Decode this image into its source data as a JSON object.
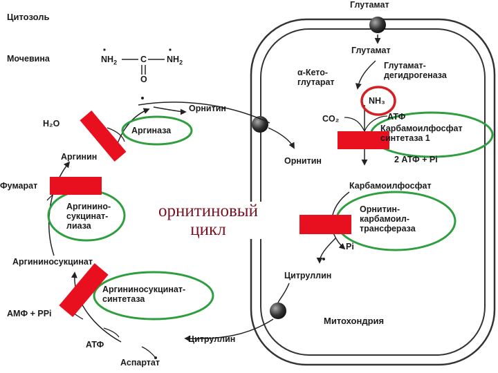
{
  "compartments": {
    "cytosol": "Цитозоль",
    "mitochondrion": "Митохондрия"
  },
  "cycle_title": "орнитиновый\nцикл",
  "urea": {
    "label": "Мочевина",
    "formula_left": "NH",
    "formula_sub": "2",
    "formula_c": "C",
    "formula_o": "O",
    "formula_right": "NH",
    "formula_right_sub": "2"
  },
  "mitochondrion_side": {
    "glutamate_top": "Глутамат",
    "glutamate": "Глутамат",
    "ketoglutarate": "α-Кето-\nглутарат",
    "gdh": "Глутамат-\nдегидрогеназа",
    "nh3": "NH₃",
    "co2": "CO₂",
    "atp_in": "АТФ",
    "cps1": "Карбамоилфосфат\nсинтетаза 1",
    "adp": "2 АТФ + Pi",
    "ornithine": "Орнитин",
    "carbamoyl_phosphate": "Карбамоилфосфат",
    "otc": "Орнитин-\nкарбамоил-\nтрансфераза",
    "pi": "Pi",
    "citrulline": "Цитруллин"
  },
  "cytosol_side": {
    "h2o": "H₂O",
    "ornithine": "Орнитин",
    "arginase": "Аргиназа",
    "arginine": "Аргинин",
    "fumarate": "Фумарат",
    "asl": "Аргинино-\nсукцинат-\nлиаза",
    "argininosuccinate": "Аргининосукцинат",
    "ass": "Аргининосукцинат-\nсинтетаза",
    "amp": "АМФ + PPi",
    "atp": "АТФ",
    "citrulline": "Цитруллин",
    "aspartate": "Аспартат"
  },
  "colors": {
    "enzyme_highlight": "#2e9e3e",
    "ammonia_highlight": "#d42020",
    "block_marker": "#e8101e",
    "title": "#7a1020",
    "membrane": "#333333"
  }
}
